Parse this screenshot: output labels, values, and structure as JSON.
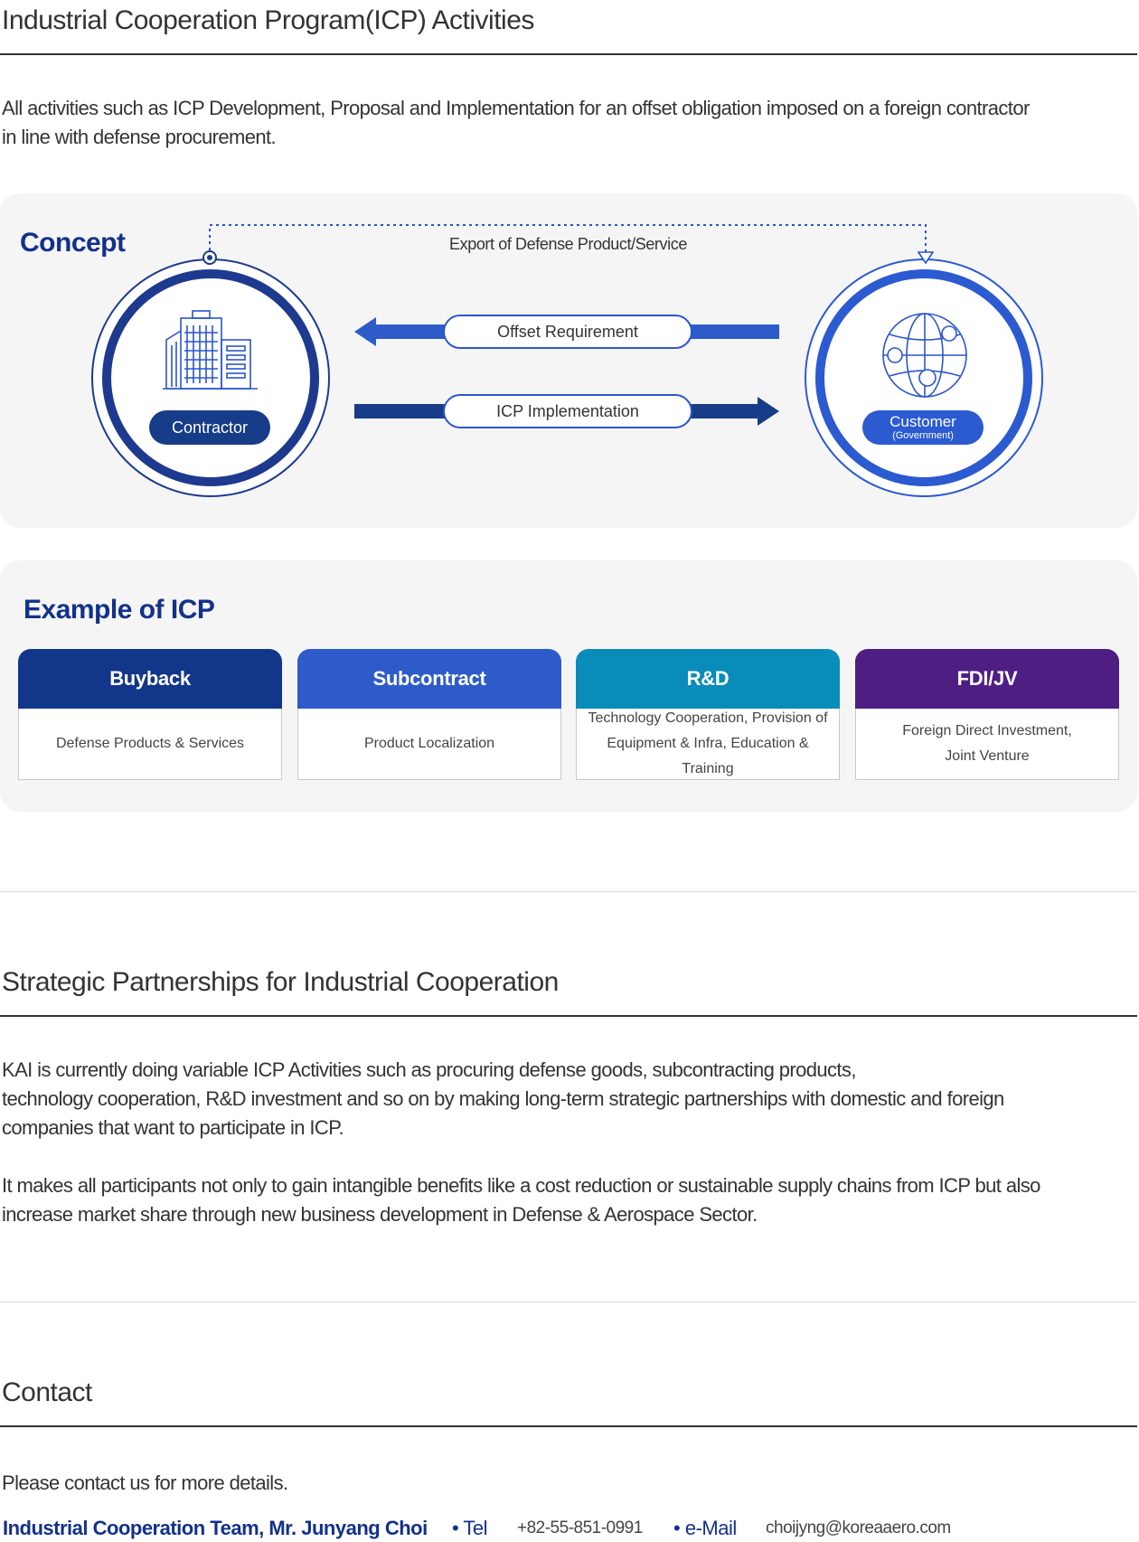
{
  "icp": {
    "title": "Industrial Cooperation Program(ICP) Activities",
    "desc_line1": "All activities such as ICP Development, Proposal and Implementation for an offset obligation imposed on a foreign contractor",
    "desc_line2": "in line with defense procurement."
  },
  "concept": {
    "title": "Concept",
    "export_label": "Export of Defense Product/Service",
    "offset_label": "Offset Requirement",
    "implementation_label": "ICP Implementation",
    "contractor_label": "Contractor",
    "customer_label": "Customer",
    "customer_sub": "(Government)"
  },
  "example": {
    "title": "Example of ICP",
    "cards": [
      {
        "title": "Buyback",
        "line1": "Defense Products & Services",
        "line2": "",
        "color": "#12368a"
      },
      {
        "title": "Subcontract",
        "line1": "Product Localization",
        "line2": "",
        "color": "#2e5bca"
      },
      {
        "title": "R&D",
        "line1": "Technology Cooperation, Provision of",
        "line2": "Equipment & Infra, Education & Training",
        "color": "#0a8cba"
      },
      {
        "title": "FDI/JV",
        "line1": "Foreign Direct Investment,",
        "line2": "Joint Venture",
        "color": "#4e1e83"
      }
    ]
  },
  "strategic": {
    "title": "Strategic Partnerships for Industrial Cooperation",
    "p1_line1": "KAI is currently doing variable ICP Activities such as procuring defense goods, subcontracting products,",
    "p1_line2": "technology cooperation, R&D investment and so on by making long-term strategic partnerships with domestic and foreign",
    "p1_line3": "companies that want to participate in ICP.",
    "p2_line1": "It makes all participants not only to gain intangible benefits like a cost reduction or sustainable supply chains from ICP but also",
    "p2_line2": "increase market share through new business development in Defense & Aerospace Sector."
  },
  "contact": {
    "title": "Contact",
    "intro": "Please contact us for more details.",
    "team": "Industrial Cooperation Team, Mr. Junyang Choi",
    "tel_label": "Tel",
    "tel": "+82-55-851-0991",
    "email_label": "e-Mail",
    "email": "choijyng@koreaaero.com"
  }
}
